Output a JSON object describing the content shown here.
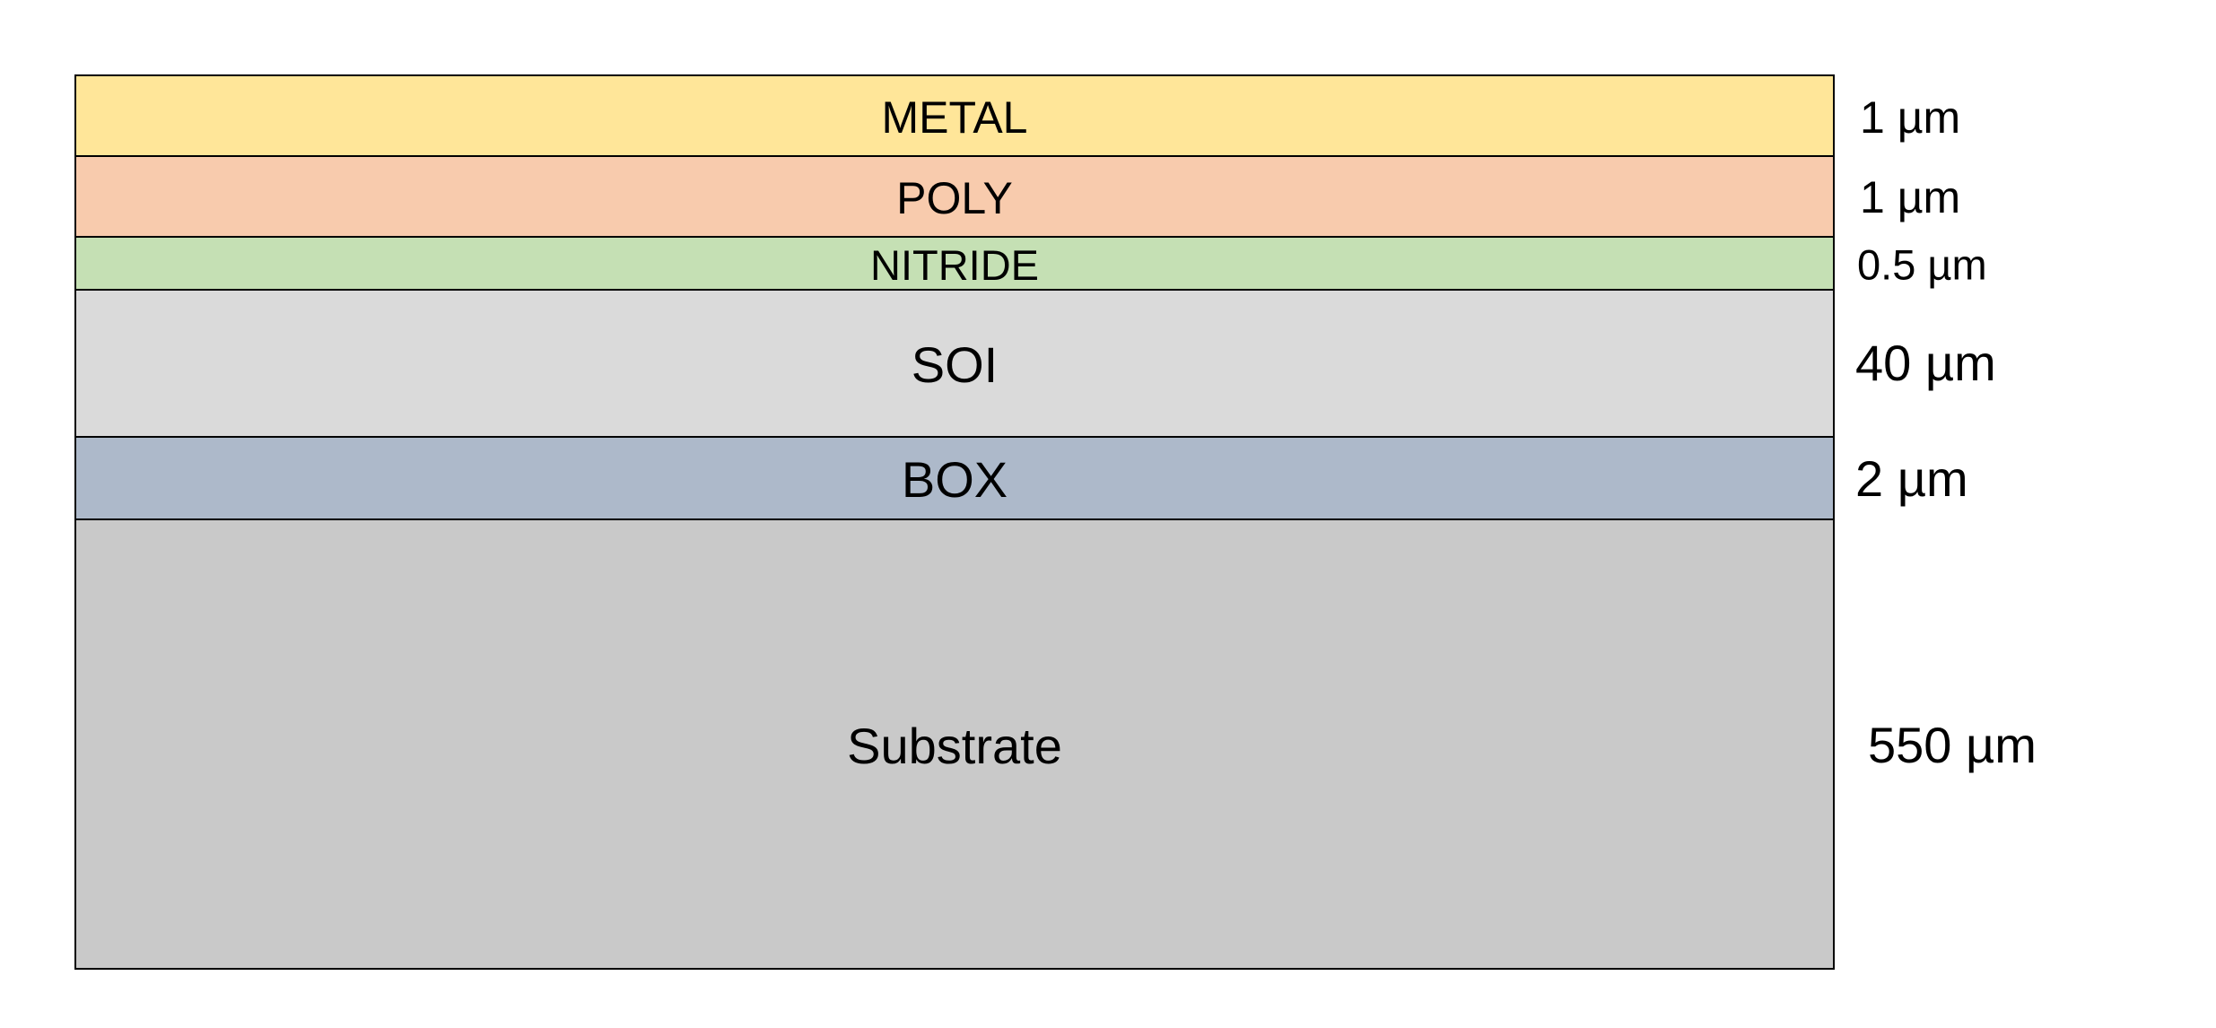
{
  "layers": [
    {
      "name": "METAL",
      "thickness": "1 µm",
      "color": "#FFE699"
    },
    {
      "name": "POLY",
      "thickness": "1 µm",
      "color": "#F8CBAD"
    },
    {
      "name": "NITRIDE",
      "thickness": "0.5 µm",
      "color": "#C5E0B4"
    },
    {
      "name": "SOI",
      "thickness": "40 µm",
      "color": "#DADADA"
    },
    {
      "name": "BOX",
      "thickness": "2 µm",
      "color": "#ADB9CA"
    },
    {
      "name": "Substrate",
      "thickness": "550 µm",
      "color": "#C9C9C9"
    }
  ]
}
